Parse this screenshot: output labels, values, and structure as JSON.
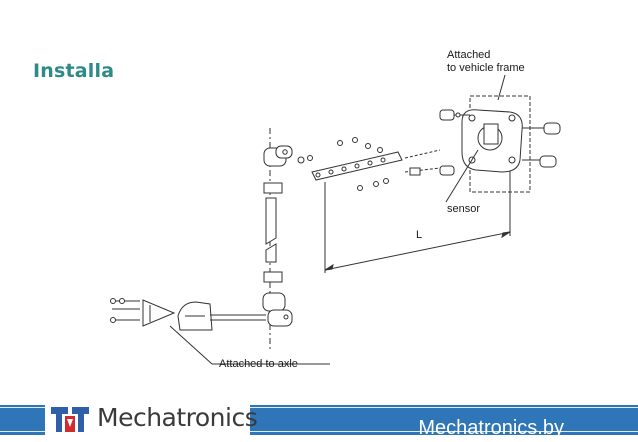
{
  "slide": {
    "title": "Installa"
  },
  "callouts": {
    "frame_line1": "Attached",
    "frame_line2": "to vehicle frame",
    "sensor": "sensor",
    "dimension": "L",
    "axle": "Attached to axle"
  },
  "footer": {
    "logo_text": "Mechatronics",
    "logo_icon": "mechatronics-logo-icon",
    "website": "Mechatronics.by"
  },
  "colors": {
    "title": "#2d8a86",
    "footer_band": "#2f76b8",
    "logo_red": "#d12b2b",
    "logo_blue": "#2f5fa8"
  }
}
